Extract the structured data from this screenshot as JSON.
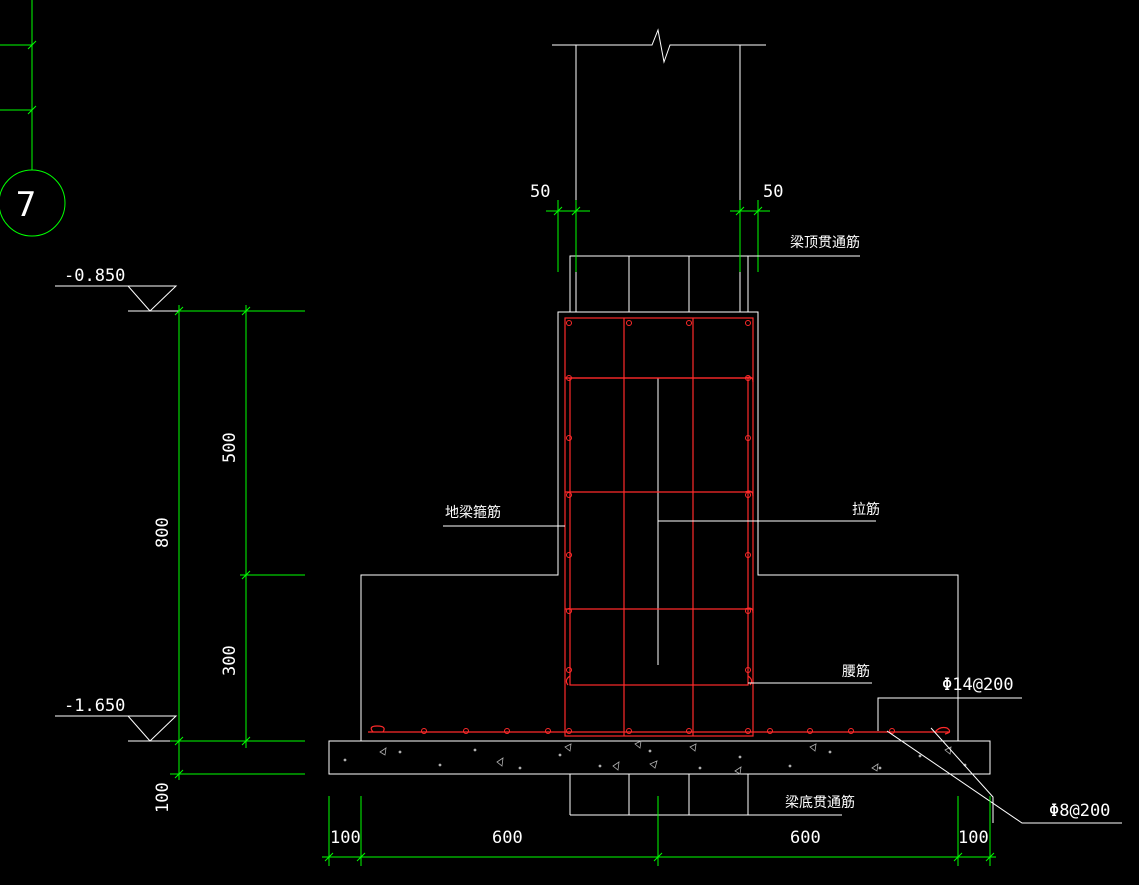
{
  "colors": {
    "background": "#000000",
    "outline": "#ffffff",
    "rebar": "#ff2a2a",
    "dimension": "#00ff00",
    "concrete_hatch": "#b0b0b0"
  },
  "axis_marker": {
    "label": "7"
  },
  "elevations": {
    "top": "-0.850",
    "bottom": "-1.650"
  },
  "dimensions": {
    "total_height": "800",
    "upper_height": "500",
    "lower_height": "300",
    "bedding_height": "100",
    "cover_left": "50",
    "cover_right": "50",
    "base_left": "100",
    "base_middle_left": "600",
    "base_middle_right": "600",
    "base_right": "100"
  },
  "labels": {
    "beam_top_rebar": "梁顶贯通筋",
    "ground_beam_stirrup": "地梁箍筋",
    "tie_bar": "拉筋",
    "waist_bar": "腰筋",
    "bottom_bar_spec": "Φ14@200",
    "distribution_bar_spec": "Φ8@200",
    "beam_bottom_rebar": "梁底贯通筋"
  },
  "icons": [
    "break-line-icon",
    "elevation-triangle-icon",
    "axis-circle-icon"
  ]
}
